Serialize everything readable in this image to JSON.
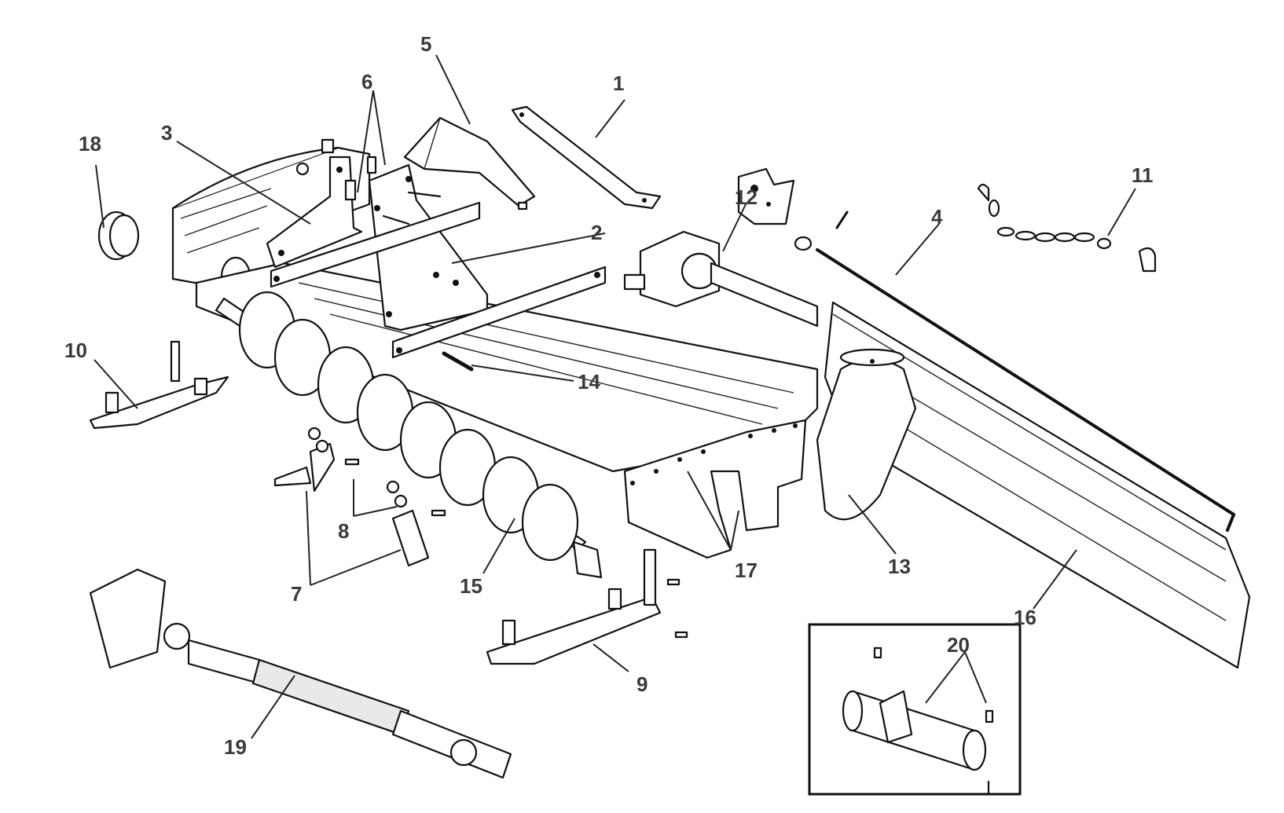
{
  "callouts": {
    "c1": "1",
    "c2": "2",
    "c3": "3",
    "c4": "4",
    "c5": "5",
    "c6": "6",
    "c7": "7",
    "c8": "8",
    "c9": "9",
    "c10": "10",
    "c11": "11",
    "c12": "12",
    "c13": "13",
    "c14": "14",
    "c15": "15",
    "c16": "16",
    "c17": "17",
    "c18": "18",
    "c19": "19",
    "c20": "20"
  },
  "colors": {
    "line": "#111111",
    "callout_text": "#3a3a3a",
    "background": "#ffffff"
  }
}
